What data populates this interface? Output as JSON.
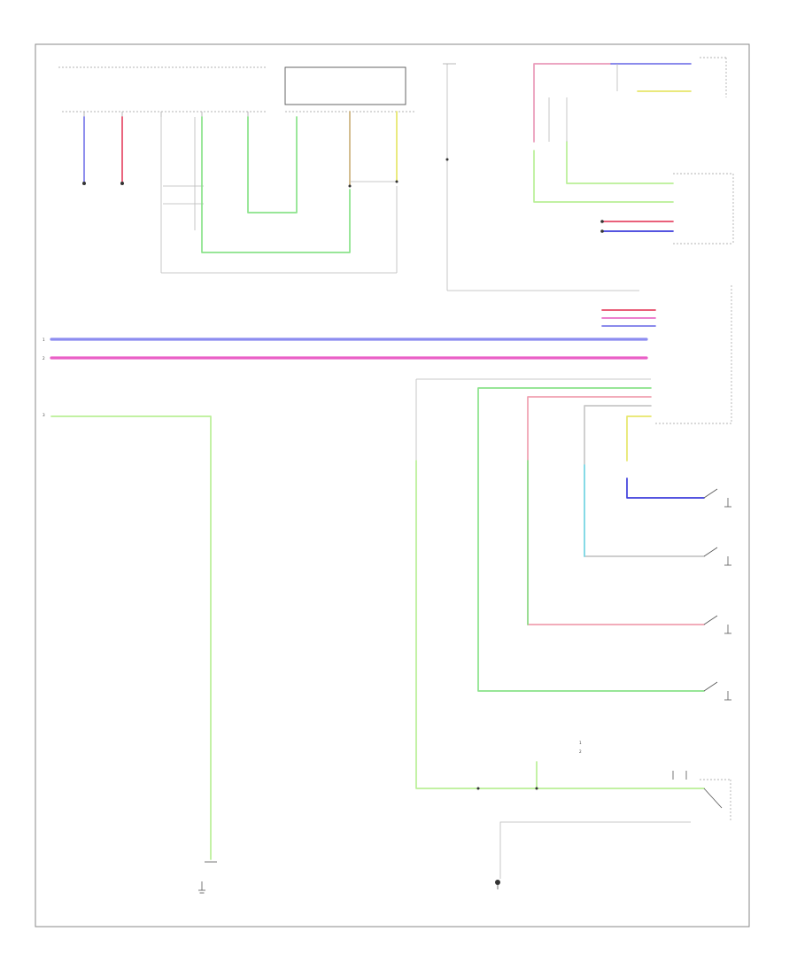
{
  "title": "",
  "footer_code": "",
  "colors": {
    "blue": "#7b7bea",
    "pink": "#ea6fc8",
    "red": "#e64a68",
    "green": "#8ae38a",
    "lightgreen": "#b9ef96",
    "yellow": "#e7e66a",
    "tan": "#cdb27e",
    "cyan": "#77dbe8",
    "grey": "#b8b8b8",
    "darkblue": "#3d3ddc"
  },
  "connectors": {
    "c1": "1",
    "c2": "2",
    "c3": "3"
  },
  "note_legend": {
    "item1": "1",
    "item2": "2"
  }
}
